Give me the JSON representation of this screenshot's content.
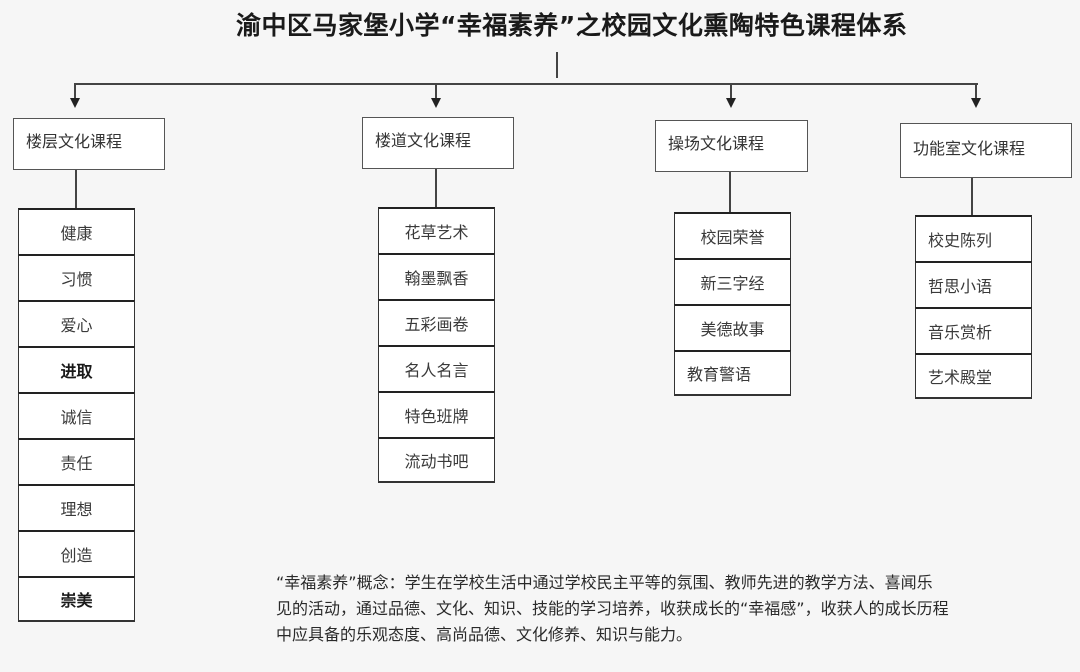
{
  "title": "渝中区马家堡小学“幸福素养”之校园文化熏陶特色课程体系",
  "categories": [
    {
      "label": "楼层文化课程",
      "items": [
        "健康",
        "习惯",
        "爱心",
        "进取",
        "诚信",
        "责任",
        "理想",
        "创造",
        "崇美"
      ],
      "bold_items": [
        "进取",
        "崇美"
      ]
    },
    {
      "label": "楼道文化课程",
      "items": [
        "花草艺术",
        "翰墨飘香",
        "五彩画卷",
        "名人名言",
        "特色班牌",
        "流动书吧"
      ]
    },
    {
      "label": "操场文化课程",
      "items": [
        "校园荣誉",
        "新三字经",
        "美德故事",
        "教育警语"
      ]
    },
    {
      "label": "功能室文化课程",
      "items": [
        "校史陈列",
        "哲思小语",
        "音乐赏析",
        "艺术殿堂"
      ]
    }
  ],
  "note": {
    "lines": [
      "“幸福素养”概念：学生在学校生活中通过学校民主平等的氛围、教师先进的教学方法、喜闻乐",
      "见的活动，通过品德、文化、知识、技能的学习培养，收获成长的“幸福感”，收获人的成长历程",
      "中应具备的乐观态度、高尚品德、文化修养、知识与能力。"
    ]
  },
  "colors": {
    "background": "#f6f6f6",
    "box_fill": "#ffffff",
    "line": "#444444",
    "text": "#333333"
  }
}
